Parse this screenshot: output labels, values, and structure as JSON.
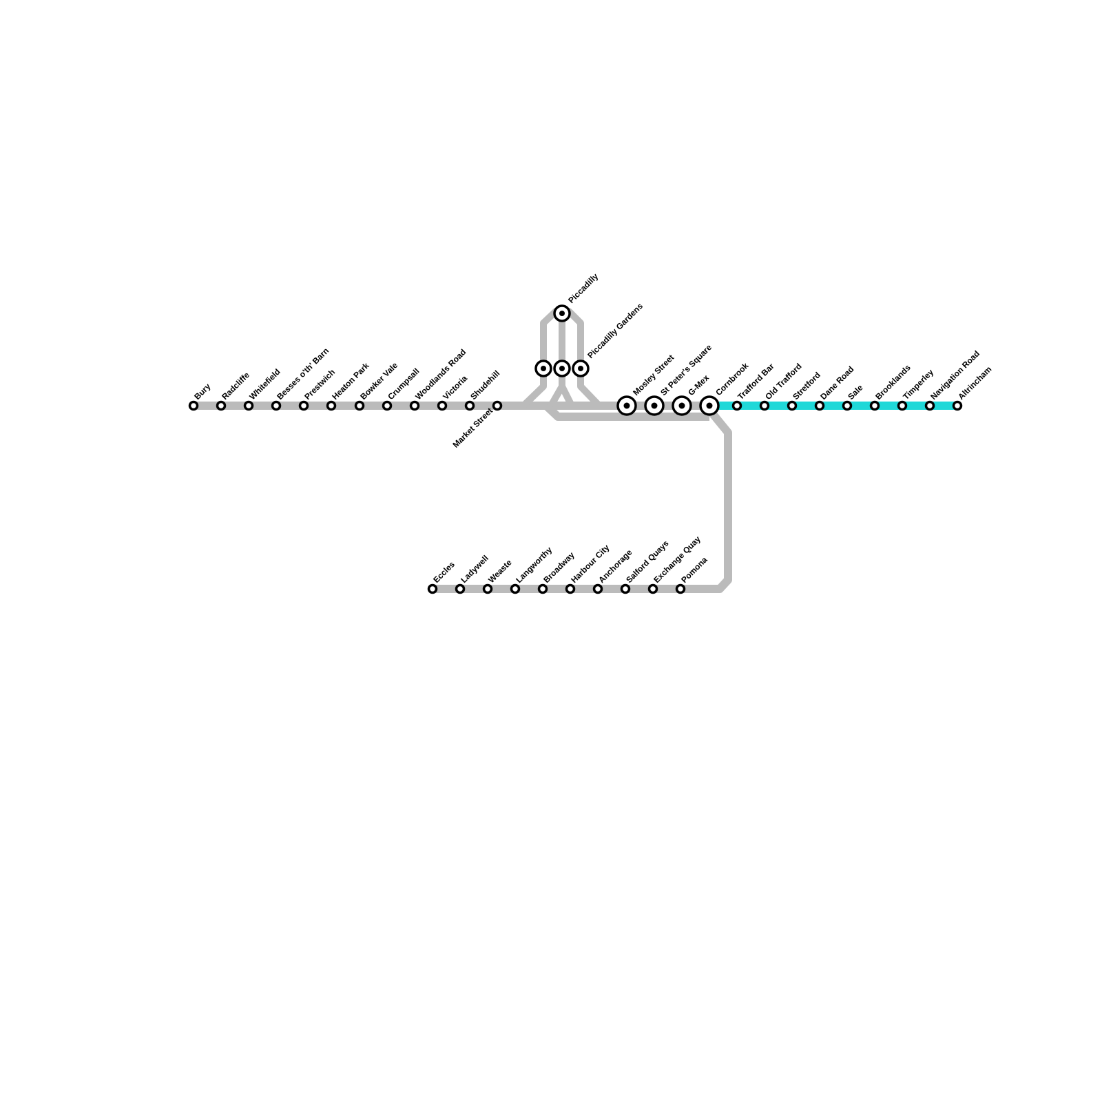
{
  "colors": {
    "shared_line": "#bbbbbb",
    "altrincham_branch": "#1fd8d8",
    "station_stroke": "#000000",
    "station_fill": "#ffffff",
    "label_text": "#000000"
  },
  "stations": {
    "bury": "Bury",
    "radcliffe": "Radcliffe",
    "whitefield": "Whitefield",
    "besses": "Besses o'th' Barn",
    "prestwich": "Prestwich",
    "heaton_park": "Heaton Park",
    "bowker_vale": "Bowker Vale",
    "crumpsall": "Crumpsall",
    "woodlands_road": "Woodlands Road",
    "victoria": "Victoria",
    "shudehill": "Shudehill",
    "market_street": "Market Street",
    "piccadilly": "Piccadilly",
    "piccadilly_gardens": "Piccadilly Gardens",
    "mosley_street": "Mosley Street",
    "st_peters_square": "St Peter's Square",
    "g_mex": "G-Mex",
    "cornbrook": "Cornbrook",
    "trafford_bar": "Trafford Bar",
    "old_trafford": "Old Trafford",
    "stretford": "Stretford",
    "dane_road": "Dane Road",
    "sale": "Sale",
    "brooklands": "Brooklands",
    "timperley": "Timperley",
    "navigation_road": "Navigation Road",
    "altrincham": "Altrincham",
    "eccles": "Eccles",
    "ladywell": "Ladywell",
    "weaste": "Weaste",
    "langworthy": "Langworthy",
    "broadway": "Broadway",
    "harbour_city": "Harbour City",
    "anchorage": "Anchorage",
    "salford_quays": "Salford Quays",
    "exchange_quay": "Exchange Quay",
    "pomona": "Pomona"
  }
}
